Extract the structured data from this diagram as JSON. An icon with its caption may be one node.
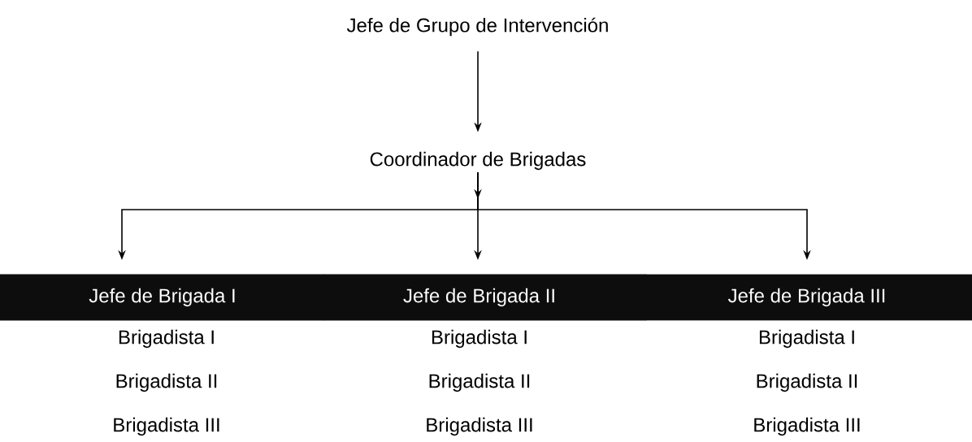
{
  "diagram": {
    "nodes": [
      {
        "text": [
          "Jefe de Grupo de Intervención"
        ]
      },
      {
        "text": [
          "Coordinador de Brigadas"
        ]
      },
      {
        "text": [
          "Jefe de Brigada I"
        ],
        "beside": [
          "Brigadista I",
          "Brigadista II",
          "Brigadista III"
        ]
      },
      {
        "text": [
          "Jefe de Brigada II"
        ],
        "beside": [
          "Brigadista I",
          "Brigadista II",
          "Brigadista III"
        ]
      },
      {
        "text": [
          "Jefe de Brigada III"
        ],
        "beside": [
          "Brigadista I",
          "Brigadista II",
          "Brigadista III"
        ]
      }
    ],
    "edges": [
      {
        "from": 0,
        "to": 1,
        "arrow": "to"
      },
      {
        "from": 1,
        "to": 2,
        "arrow": "to"
      },
      {
        "from": 1,
        "to": 3,
        "arrow": "to"
      },
      {
        "from": 1,
        "to": 4,
        "arrow": "to"
      }
    ]
  }
}
